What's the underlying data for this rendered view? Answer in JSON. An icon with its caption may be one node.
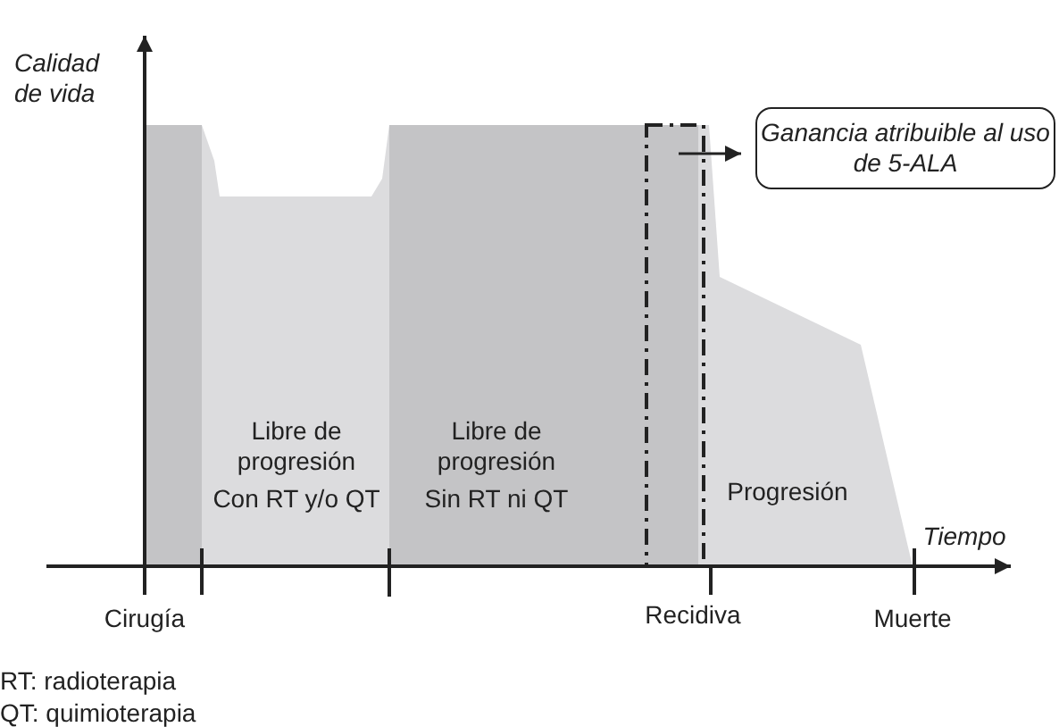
{
  "diagram": {
    "nodes": [
      {
        "text": [
          "Ganancia atribuible al uso de 5-ALA"
        ]
      },
      {
        "text": [],
        "shape": "box"
      }
    ],
    "edges": [
      {
        "from": 1,
        "to": 0,
        "arrow": "to"
      }
    ],
    "labels": [
      "Calidad de vida",
      "Libre de progresión",
      "Con RT y/o QT",
      "Libre de progresión",
      "Sin RT ni QT",
      "Progresión",
      "Tiempo",
      "Cirugía",
      "Recidiva",
      "Muerte",
      "RT: radioterapia",
      "QT: quimioterapia"
    ]
  }
}
